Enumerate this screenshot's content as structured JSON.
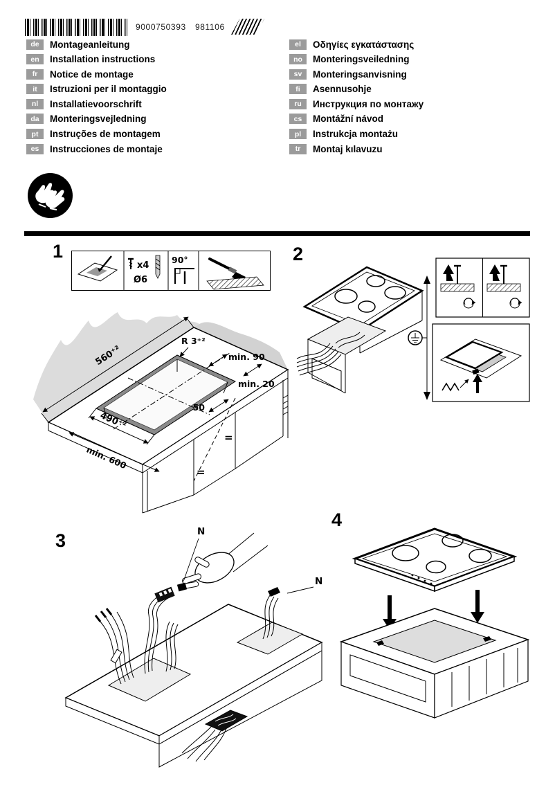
{
  "header": {
    "barcode_number": "9000750393",
    "doc_code": "981106"
  },
  "languages": {
    "left": [
      {
        "code": "de",
        "title": "Montageanleitung"
      },
      {
        "code": "en",
        "title": "Installation instructions"
      },
      {
        "code": "fr",
        "title": "Notice de montage"
      },
      {
        "code": "it",
        "title": "Istruzioni per il montaggio"
      },
      {
        "code": "nl",
        "title": "Installatievoorschrift"
      },
      {
        "code": "da",
        "title": "Monteringsvejledning"
      },
      {
        "code": "pt",
        "title": "Instruções de montagem"
      },
      {
        "code": "es",
        "title": "Instrucciones de montaje"
      }
    ],
    "right": [
      {
        "code": "el",
        "title": "Οδηγίες εγκατάστασης"
      },
      {
        "code": "no",
        "title": "Monteringsveiledning"
      },
      {
        "code": "sv",
        "title": "Monteringsanvisning"
      },
      {
        "code": "fi",
        "title": "Asennusohje"
      },
      {
        "code": "ru",
        "title": "Инструкция по монтажу"
      },
      {
        "code": "cs",
        "title": "Montážní návod"
      },
      {
        "code": "pl",
        "title": "Instrukcja montażu"
      },
      {
        "code": "tr",
        "title": "Montaj kılavuzu"
      }
    ]
  },
  "fig1": {
    "number": "1",
    "tools": {
      "count": "x4",
      "diameter": "Ø6",
      "angle": "90°"
    },
    "dims": {
      "radius": "R 3⁺²",
      "width": "560⁺²",
      "min_back": "min. 90",
      "min_edge": "min. 20",
      "front": "50",
      "depth": "490⁺²",
      "min_width": "min. 600",
      "equal_top": "=",
      "equal_bottom": "="
    }
  },
  "fig2": {
    "number": "2"
  },
  "fig3": {
    "number": "3",
    "terminal_top": "N",
    "terminal_right": "N"
  },
  "fig4": {
    "number": "4"
  }
}
